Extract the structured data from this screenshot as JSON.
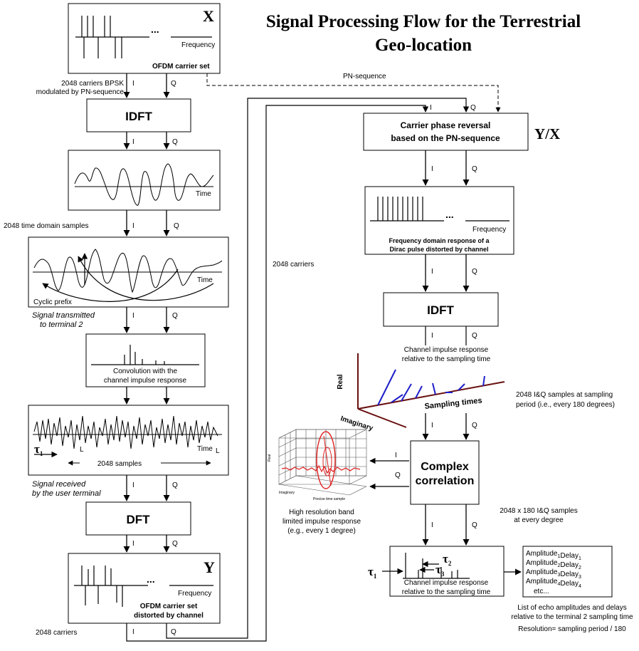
{
  "title": {
    "line1": "Signal Processing Flow for the Terrestrial",
    "line2": "Geo-location"
  },
  "symbols": {
    "x": "X",
    "y": "Y",
    "yx": "Y/X"
  },
  "labels": {
    "frequency": "Frequency",
    "time": "Time",
    "ellipsis": "...",
    "i": "I",
    "q": "Q",
    "pn_sequence": "PN-sequence",
    "ofdm_carrier_set": "OFDM carrier set",
    "bpsk_line1": "2048 carriers BPSK",
    "bpsk_line2": "modulated by PN-sequence",
    "idft": "IDFT",
    "dft": "DFT",
    "time_domain_samples": "2048 time domain  samples",
    "cyclic_prefix": "Cyclic prefix",
    "signal_tx_line1": "Signal transmitted",
    "signal_tx_line2": "to terminal 2",
    "convolution_line1": "Convolution with the",
    "convolution_line2": "channel impulse response",
    "tau": "τ",
    "tau_sub1": "1",
    "tau_sub2": "2",
    "tau_sub3": "3",
    "samples_2048": "2048 samples",
    "signal_rx_line1": "Signal received",
    "signal_rx_line2": "by the user terminal",
    "ofdm_distorted_line1": "OFDM carrier set",
    "ofdm_distorted_line2": "distorted by channel",
    "carriers_2048": "2048 carriers",
    "phase_reversal_line1": "Carrier phase reversal",
    "phase_reversal_line2": "based on the PN-sequence",
    "freq_dirac_line1": "Frequency domain response of a",
    "freq_dirac_line2": "Dirac pulse distorted by channel",
    "impulse_rel_line1": "Channel impulse response",
    "impulse_rel_line2": "relative to the sampling time",
    "real": "Real",
    "imaginary": "Imaginary",
    "sampling_times": "Sampling times",
    "iq_samples_line1": "2048 I&Q samples at sampling",
    "iq_samples_line2": "period (i.e., every 180 degrees)",
    "complex_line1": "Complex",
    "complex_line2": "correlation",
    "high_res_line1": "High resolution band",
    "high_res_line2": "limited impulse response",
    "high_res_line3": "(e.g., every 1 degree)",
    "plot3d_real": "Real",
    "plot3d_imag": "Imaginary",
    "plot3d_precise": "Precise time sample",
    "x180_line1": "2048 x 180 I&Q samples",
    "x180_line2": "at every degree",
    "amplitude": "Amplitude",
    "delay": "Delay",
    "etc": "etc...",
    "list_line1": "List of echo amplitudes and delays",
    "list_line2": "relative to the terminal 2 sampling time",
    "resolution": "Resolution= sampling period / 180"
  },
  "amplitude_list": [
    {
      "amp_sub": "1",
      "delay_sub": "1"
    },
    {
      "amp_sub": "2",
      "delay_sub": "2"
    },
    {
      "amp_sub": "3",
      "delay_sub": "3"
    },
    {
      "amp_sub": "4",
      "delay_sub": "4"
    }
  ],
  "colors": {
    "line": "#000000",
    "impulse_blue": "#1f1fc8",
    "axis_dark_red": "#6a1010",
    "plot_red": "#e02020",
    "grid_gray": "#555555"
  }
}
